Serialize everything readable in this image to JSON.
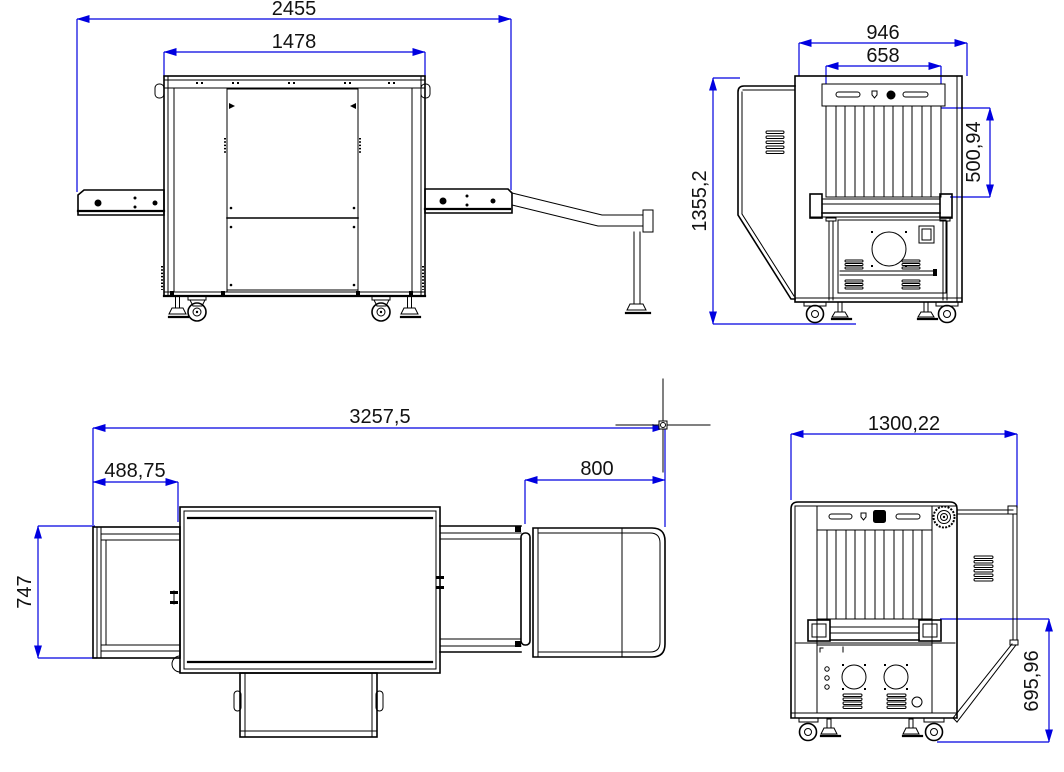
{
  "colors": {
    "dimension_blue": "#0000e0",
    "drawing_line": "#000000",
    "background": "#ffffff"
  },
  "views": {
    "front": {
      "dims": {
        "overall_width": "2455",
        "cabinet_width": "1478"
      }
    },
    "side": {
      "dims": {
        "upper_width": "946",
        "tunnel_width": "658",
        "overall_height": "1355,2",
        "tunnel_height": "500,94"
      }
    },
    "plan": {
      "dims": {
        "overall_length": "3257,5",
        "infeed_length": "488,75",
        "outfeed_table_length": "800",
        "conveyor_width": "747"
      }
    },
    "rear": {
      "dims": {
        "overall_width": "1300,22",
        "lower_section_height": "695,96"
      }
    }
  }
}
